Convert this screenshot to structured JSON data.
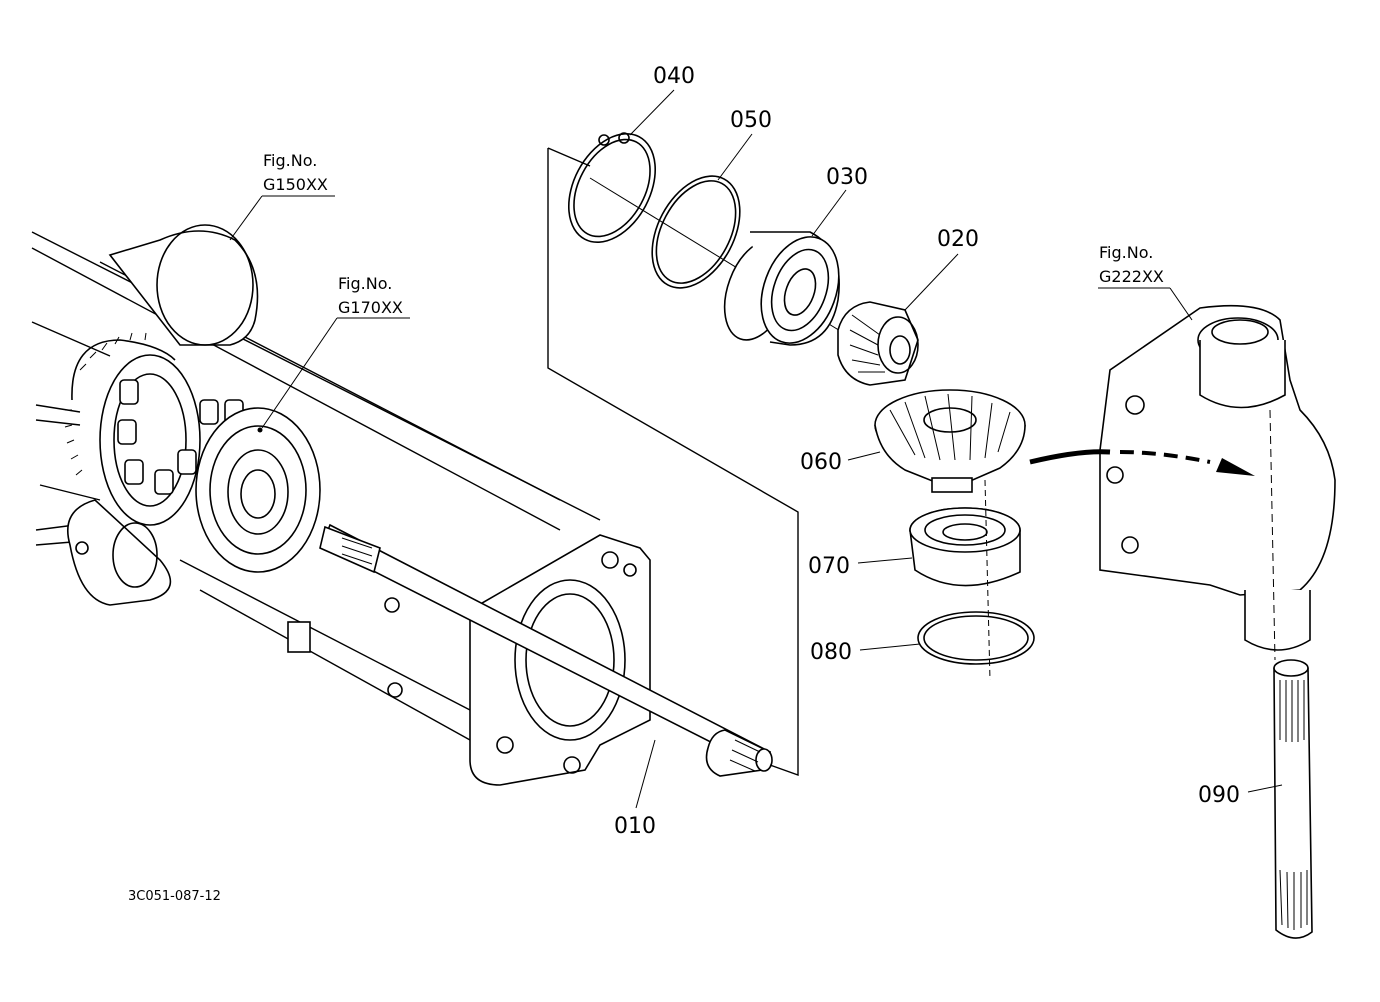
{
  "parts": {
    "p010": "010",
    "p020": "020",
    "p030": "030",
    "p040": "040",
    "p050": "050",
    "p060": "060",
    "p070": "070",
    "p080": "080",
    "p090": "090"
  },
  "figure_refs": {
    "g150": {
      "prefix": "Fig.No.",
      "code": "G150XX"
    },
    "g170": {
      "prefix": "Fig.No.",
      "code": "G170XX"
    },
    "g222": {
      "prefix": "Fig.No.",
      "code": "G222XX"
    }
  },
  "drawing_code": "3C051-087-12"
}
